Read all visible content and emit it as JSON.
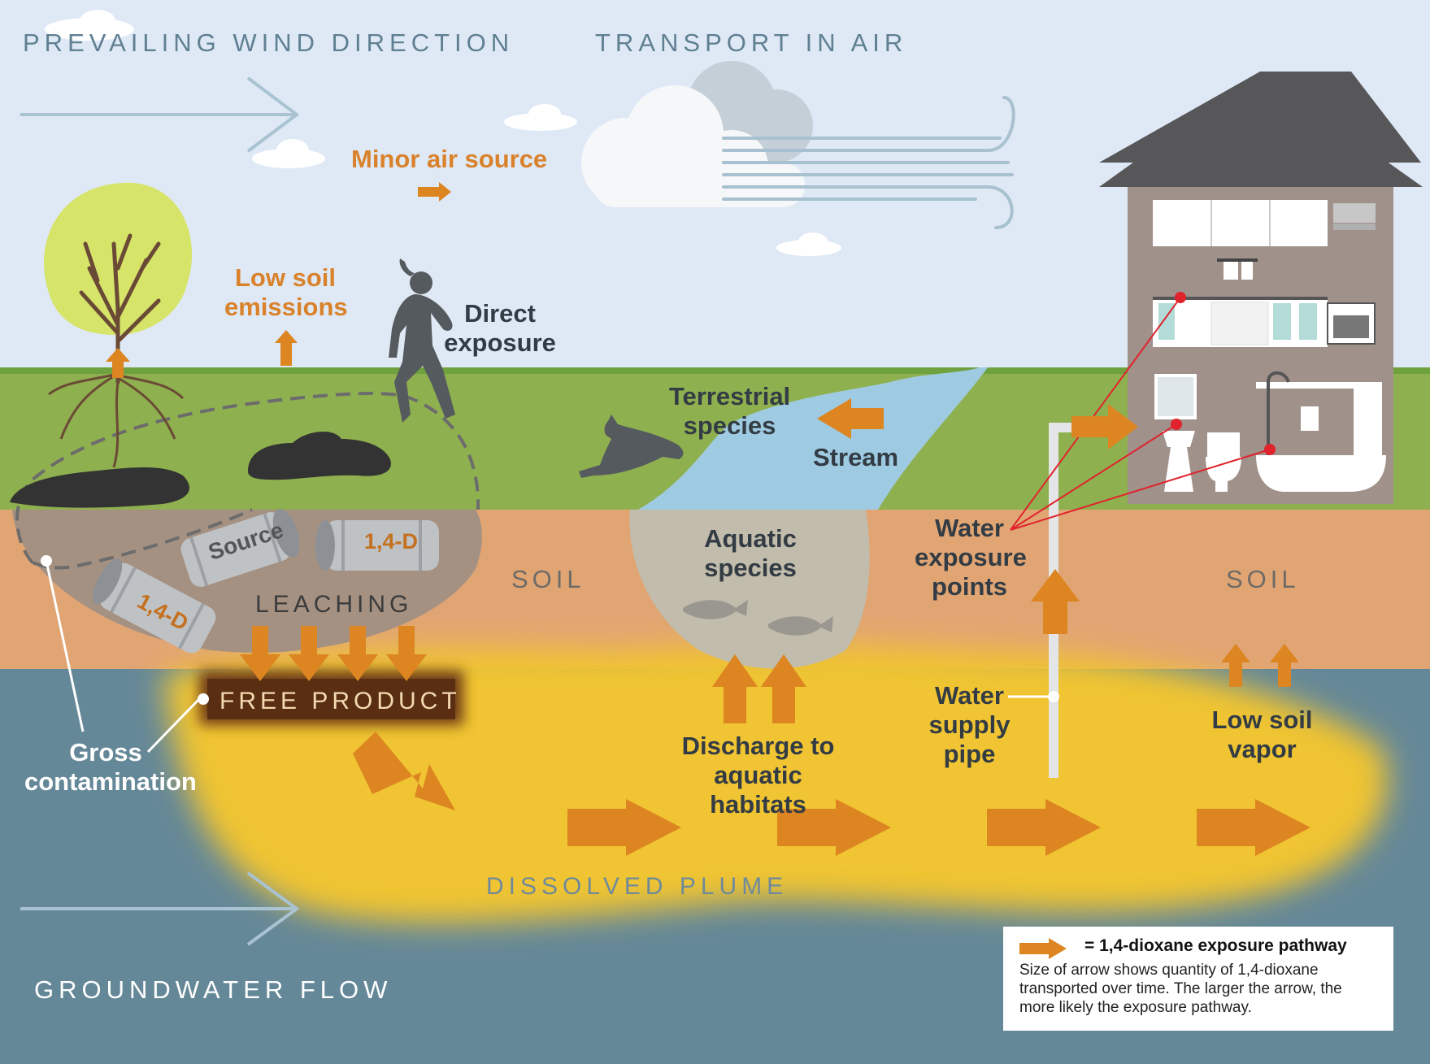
{
  "labels": {
    "wind": "PREVAILING WIND DIRECTION",
    "transport_air": "TRANSPORT IN AIR",
    "minor_air": "Minor air source",
    "low_soil_emissions": [
      "Low soil",
      "emissions"
    ],
    "direct_exposure": [
      "Direct",
      "exposure"
    ],
    "terrestrial": [
      "Terrestrial",
      "species"
    ],
    "stream": "Stream",
    "soil_left": "SOIL",
    "soil_right": "SOIL",
    "aquatic": [
      "Aquatic",
      "species"
    ],
    "water_exposure": [
      "Water",
      "exposure",
      "points"
    ],
    "leaching": "LEACHING",
    "free_product": "FREE PRODUCT",
    "gross": [
      "Gross",
      "contamination"
    ],
    "discharge": [
      "Discharge to",
      "aquatic habitats"
    ],
    "water_supply": [
      "Water",
      "supply",
      "pipe"
    ],
    "low_soil_vapor": [
      "Low soil",
      "vapor"
    ],
    "dissolved_plume": "DISSOLVED PLUME",
    "groundwater": "GROUNDWATER FLOW",
    "drum_source": "Source",
    "drum_14d_1": "1,4-D",
    "drum_14d_2": "1,4-D"
  },
  "legend": {
    "title": "= 1,4-dioxane exposure pathway",
    "description": "Size of arrow shows quantity of 1,4-dioxane transported over time. The larger the arrow, the more likely the exposure pathway."
  },
  "colors": {
    "sky": "#dfe9f5",
    "grass": "#8fb04f",
    "soil": "#e1a574",
    "groundwater": "#658898",
    "plume": "#f0c431",
    "arrow": "#dd8521",
    "stream": "#9fcbe2",
    "house": "#a0918a",
    "roof": "#57575a",
    "exposure_line": "#e0232d"
  }
}
